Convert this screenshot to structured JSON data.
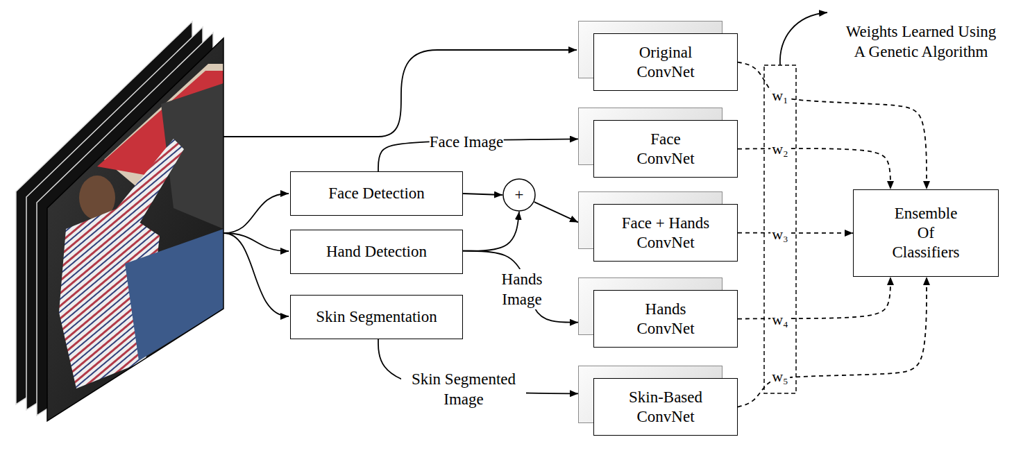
{
  "diagram": {
    "nodes": [
      {
        "text": [
          "Face Detection"
        ]
      },
      {
        "text": [
          "Hand Detection"
        ]
      },
      {
        "text": [
          "Skin Segmentation"
        ]
      },
      {
        "text": [
          "+"
        ]
      },
      {
        "text": [
          "Original ConvNet"
        ]
      },
      {
        "text": [
          "Face ConvNet"
        ]
      },
      {
        "text": [
          "Face + Hands ConvNet"
        ]
      },
      {
        "text": [
          "Hands ConvNet"
        ]
      },
      {
        "text": [
          "Skin-Based ConvNet"
        ]
      },
      {
        "text": [
          "Ensemble Of Classifiers"
        ]
      }
    ],
    "edges": [
      {
        "from": 0,
        "to": 5,
        "arrow": "to",
        "label": "Face Image"
      },
      {
        "from": 0,
        "to": 3,
        "arrow": "to"
      },
      {
        "from": 1,
        "to": 3,
        "arrow": "to"
      },
      {
        "from": 3,
        "to": 6,
        "arrow": "to"
      },
      {
        "from": 1,
        "to": 7,
        "arrow": "to",
        "label": "Hands Image"
      },
      {
        "from": 2,
        "to": 8,
        "arrow": "to",
        "label": "Skin Segmented Image"
      },
      {
        "from": 4,
        "to": 9,
        "arrow": "to",
        "label": "w₁"
      },
      {
        "from": 5,
        "to": 9,
        "arrow": "to",
        "label": "w₂"
      },
      {
        "from": 6,
        "to": 9,
        "arrow": "to",
        "label": "w₃"
      },
      {
        "from": 7,
        "to": 9,
        "arrow": "to",
        "label": "w₄"
      },
      {
        "from": 8,
        "to": 9,
        "arrow": "to",
        "label": "w₅"
      }
    ],
    "labels": [
      "Weights Learned Using A Genetic Algorithm"
    ]
  }
}
